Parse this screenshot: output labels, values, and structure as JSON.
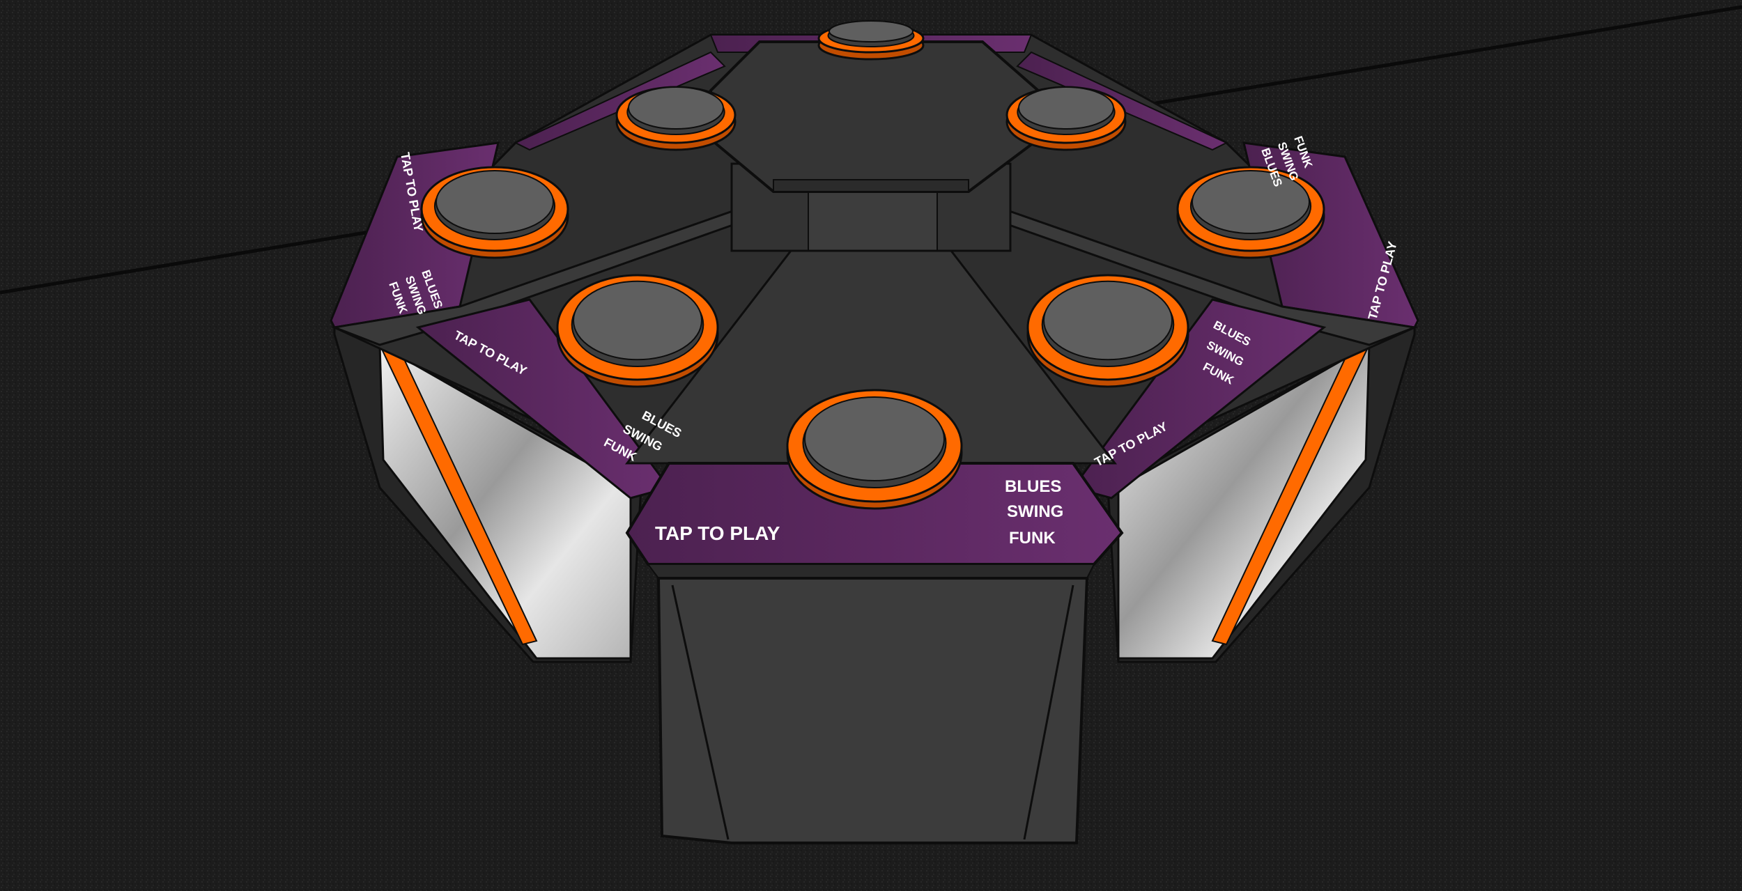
{
  "scene": {
    "description_labels": {
      "tap_to_play": "TAP TO PLAY",
      "genres": [
        "BLUES",
        "SWING",
        "FUNK"
      ]
    },
    "colors": {
      "floor": "#1c1c1c",
      "kiosk_body": "#3a3a3a",
      "kiosk_top": "#2e2e2e",
      "panel_purple": "#5e2a63",
      "button_ring": "#ff6a00",
      "button_face": "#5f5f5f",
      "steel": "#d8d8d8",
      "edge": "#0d0d0d"
    }
  }
}
